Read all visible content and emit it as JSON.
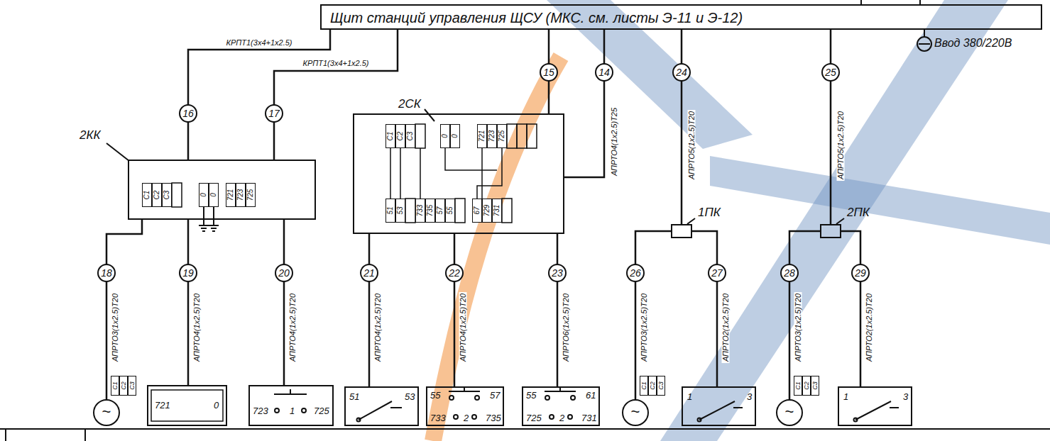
{
  "diagram": {
    "nodes": [
      {
        "text": [
          "Щит станций управления ЩСУ (МКС. см. листы Э-11 и Э-12)"
        ]
      },
      {
        "text": [
          "2КК"
        ]
      },
      {
        "text": [
          "2СК"
        ]
      },
      {
        "text": [
          "1ПК"
        ]
      },
      {
        "text": [
          "2ПК"
        ]
      },
      {
        "text": [
          "~"
        ]
      },
      {
        "text": [
          "721",
          "0"
        ]
      },
      {
        "text": [
          "723",
          "1",
          "725"
        ]
      },
      {
        "text": [
          "51",
          "53"
        ]
      },
      {
        "text": [
          "55",
          "57",
          "733",
          "2",
          "735"
        ]
      },
      {
        "text": [
          "55",
          "61",
          "725",
          "2",
          "731"
        ]
      },
      {
        "text": [
          "~"
        ]
      },
      {
        "text": [
          "1",
          "3"
        ]
      },
      {
        "text": [
          "~"
        ]
      },
      {
        "text": [
          "1",
          "3"
        ]
      }
    ],
    "edges": [
      {
        "from": 0,
        "to": 1,
        "arrow": "none",
        "label": "КРПТ1(3х4+1х2.5)"
      },
      {
        "from": 0,
        "to": 1,
        "arrow": "none",
        "label": "КРПТ1(3х4+1х2.5)"
      },
      {
        "from": 0,
        "to": 2,
        "arrow": "none"
      },
      {
        "from": 0,
        "to": 2,
        "arrow": "none",
        "label": "АПРТО4(1х2.5)Т25"
      },
      {
        "from": 0,
        "to": 3,
        "arrow": "none",
        "label": "АПРТО5(1х2.5)Т20"
      },
      {
        "from": 0,
        "to": 4,
        "arrow": "none",
        "label": "АПРТО5(1х2.5)Т20"
      },
      {
        "from": 1,
        "to": 5,
        "arrow": "none",
        "label": "АПРТО3(1х2.5)Т20"
      },
      {
        "from": 1,
        "to": 6,
        "arrow": "none",
        "label": "АПРТО4(1х2.5)Т20"
      },
      {
        "from": 1,
        "to": 7,
        "arrow": "none",
        "label": "АПРТО4(1х2.5)Т20"
      },
      {
        "from": 2,
        "to": 8,
        "arrow": "none",
        "label": "АПРТО4(1х2.5)Т20"
      },
      {
        "from": 2,
        "to": 9,
        "arrow": "none",
        "label": "АПРТО4(1х2.5)Т20"
      },
      {
        "from": 2,
        "to": 10,
        "arrow": "none",
        "label": "АПРТО6(1х2.5)Т20"
      },
      {
        "from": 3,
        "to": 11,
        "arrow": "none",
        "label": "АПРТО3(1х2.5)Т20"
      },
      {
        "from": 3,
        "to": 12,
        "arrow": "none",
        "label": "АПРТО2(1х2.5)Т20"
      },
      {
        "from": 4,
        "to": 13,
        "arrow": "none",
        "label": "АПРТО3(1х2.5)Т20"
      },
      {
        "from": 4,
        "to": 14,
        "arrow": "none",
        "label": "АПРТО2(1х2.5)Т20"
      }
    ],
    "labels": [
      "Ввод 380/220В",
      "14",
      "15",
      "16",
      "17",
      "24",
      "25",
      "18",
      "19",
      "20",
      "21",
      "22",
      "23",
      "26",
      "27",
      "28",
      "29",
      "С1",
      "С2",
      "С3",
      "0",
      "0",
      "721",
      "723",
      "725",
      "С1",
      "С2",
      "С3",
      "0",
      "0",
      "721",
      "723",
      "725",
      "51",
      "53",
      "733",
      "735",
      "57",
      "55",
      "67",
      "729",
      "731",
      "С1",
      "С2",
      "С3",
      "С1",
      "С2",
      "С3",
      "С1",
      "С2",
      "С3"
    ]
  }
}
